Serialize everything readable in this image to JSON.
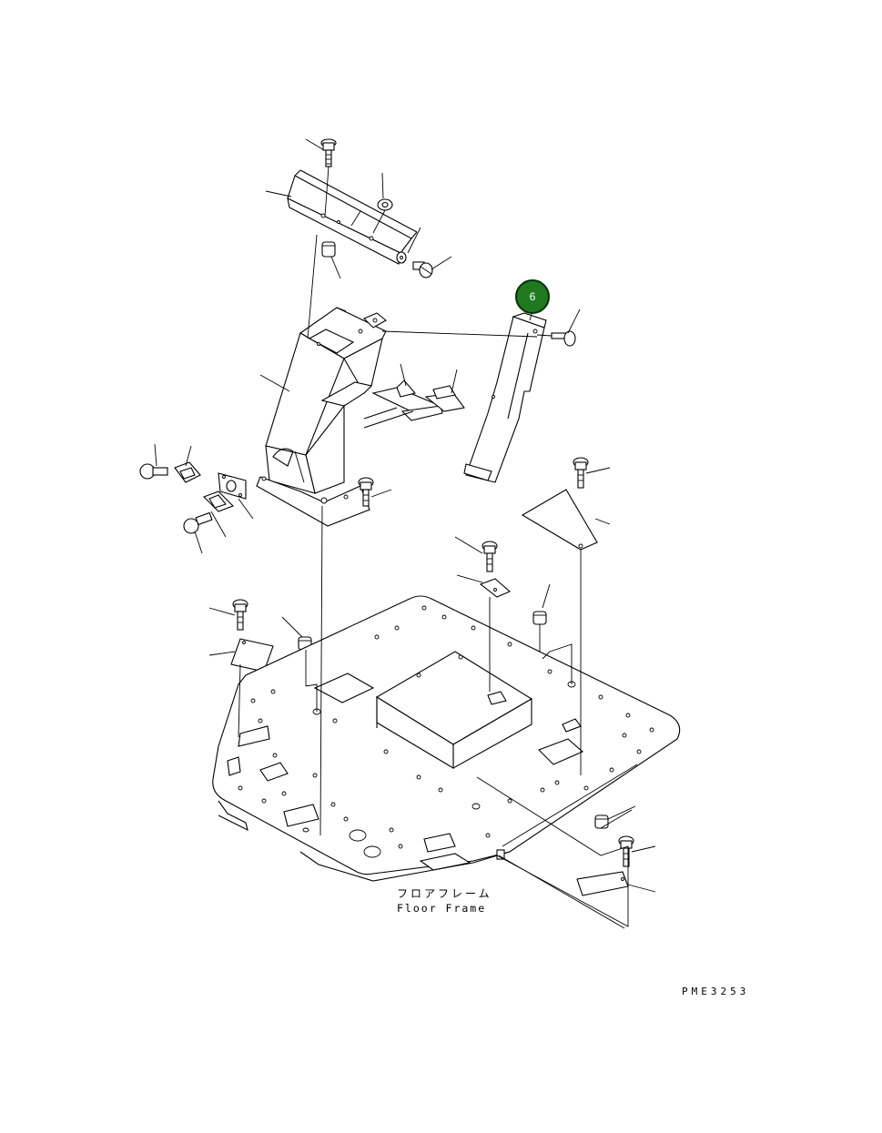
{
  "labels": {
    "floor_frame_jp": "フロアフレーム",
    "floor_frame_en": "Floor Frame",
    "drawing_code": "PME3253"
  },
  "callouts": [
    {
      "number": "6",
      "color": "#1f7a1f"
    }
  ]
}
